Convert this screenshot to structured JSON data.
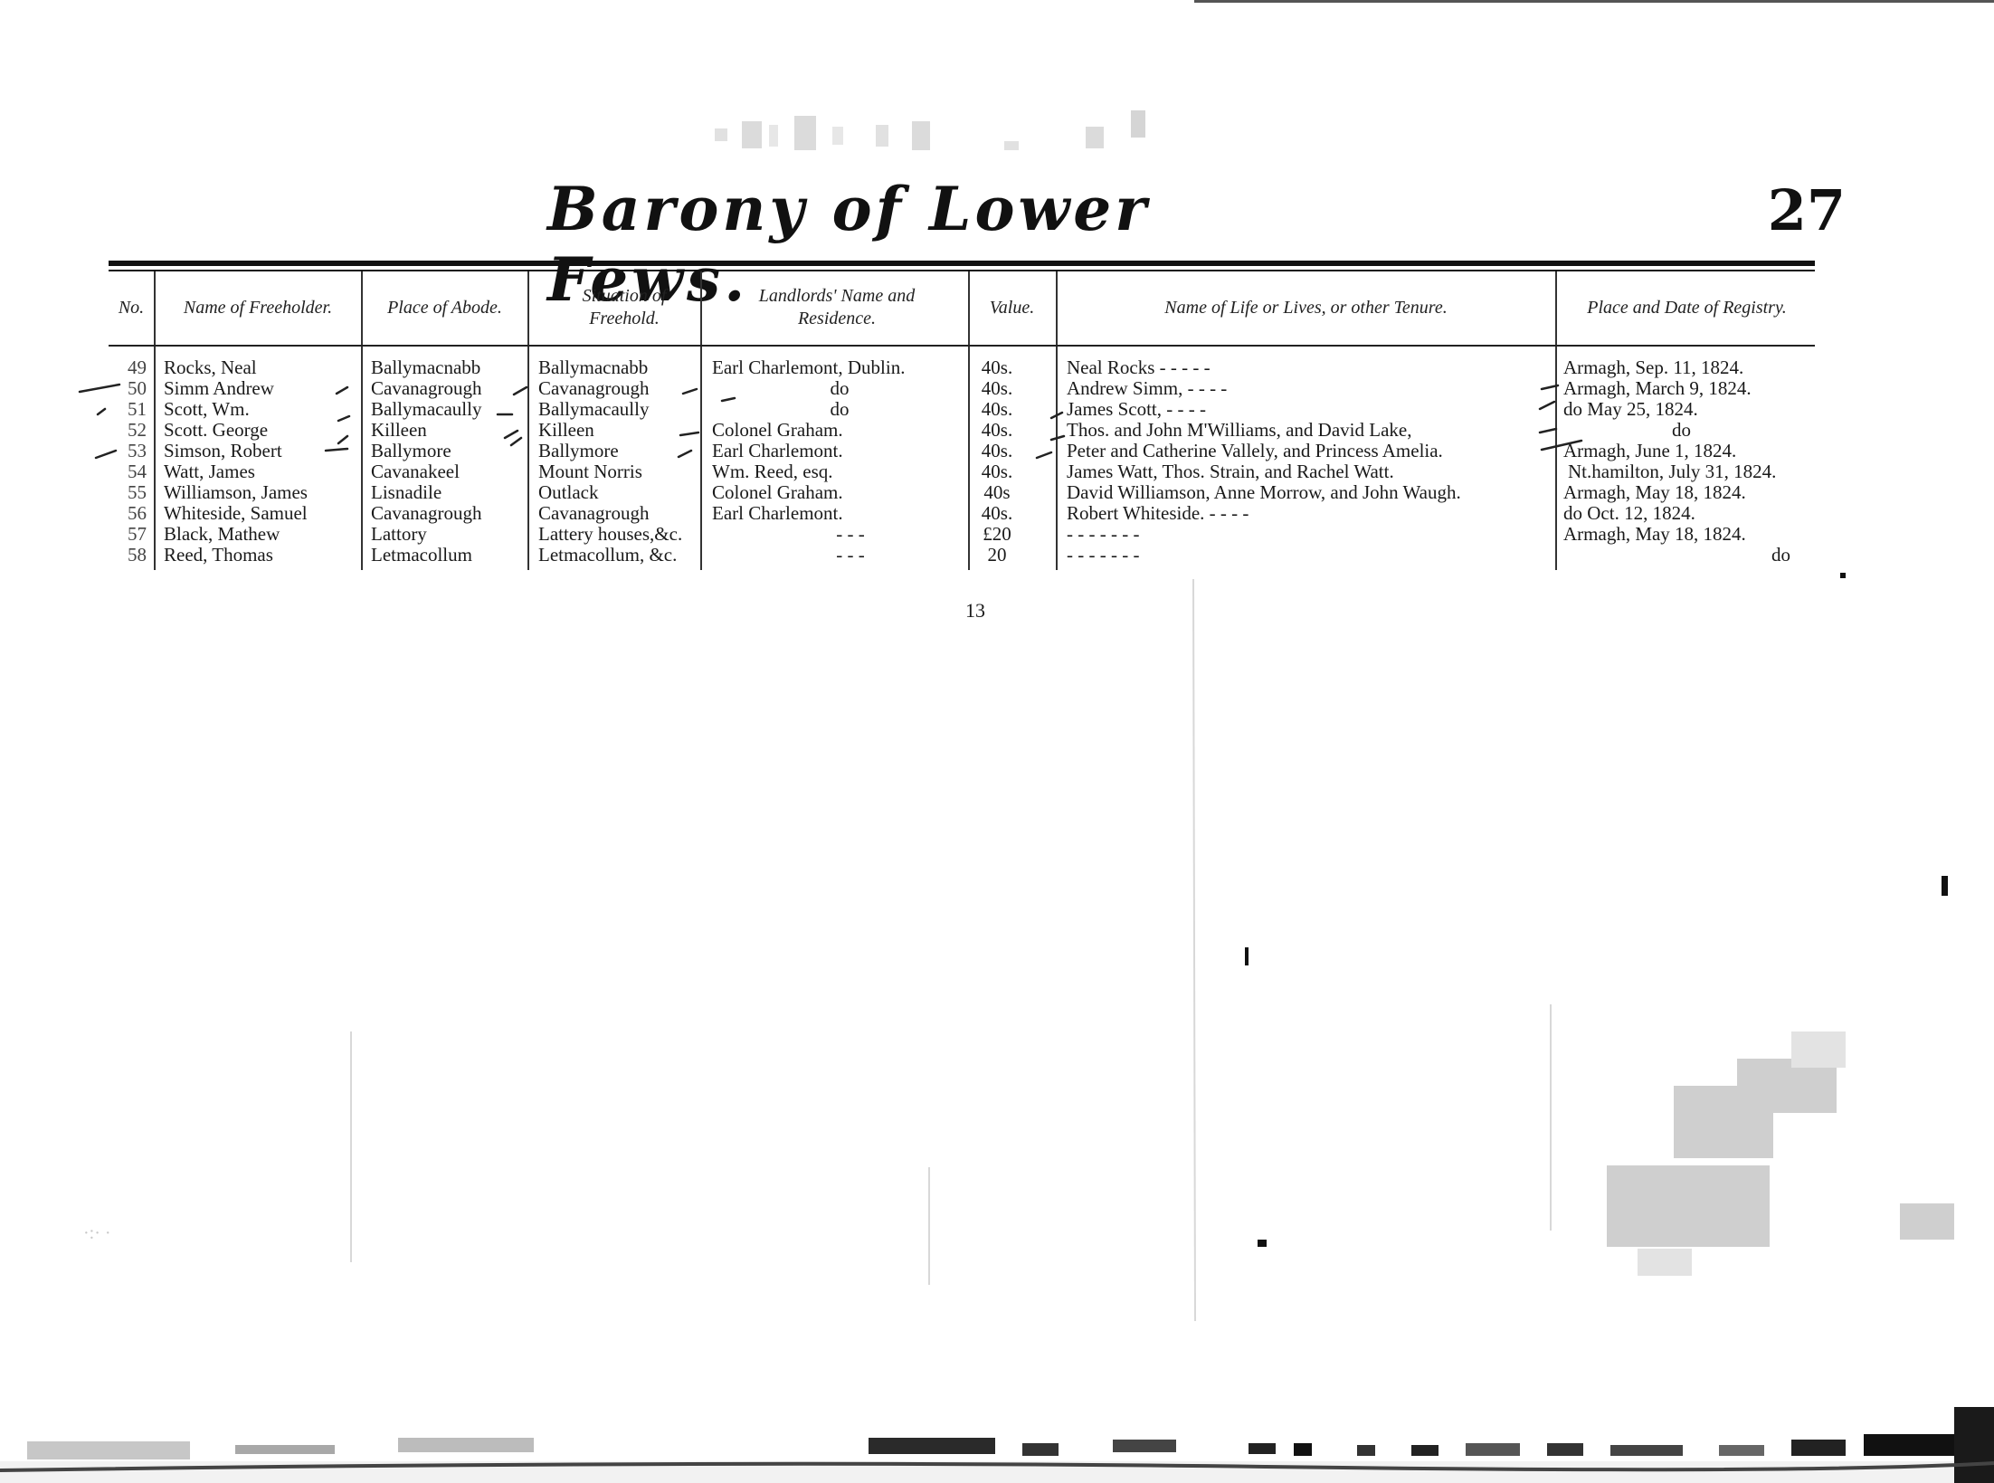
{
  "page": {
    "title": "Barony of Lower Fews.",
    "number": "27",
    "folio": "13"
  },
  "columns": [
    {
      "key": "no",
      "label": "No."
    },
    {
      "key": "name",
      "label": "Name of Freeholder."
    },
    {
      "key": "abode",
      "label": "Place of Abode."
    },
    {
      "key": "situation",
      "label": "Situation of Freehold."
    },
    {
      "key": "landlord",
      "label": "Landlords' Name and Residence."
    },
    {
      "key": "value",
      "label": "Value."
    },
    {
      "key": "lives",
      "label": "Name of Life or Lives, or other Tenure."
    },
    {
      "key": "registry",
      "label": "Place and Date of Registry."
    }
  ],
  "rows": [
    {
      "no": "49",
      "name": "Rocks, Neal",
      "abode": "Ballymacnabb",
      "situation": "Ballymacnabb",
      "landlord": "Earl Charlemont, Dublin.",
      "value": "40s.",
      "lives": "Neal Rocks    -    -    -    -    -",
      "registry": "Armagh, Sep. 11, 1824."
    },
    {
      "no": "50",
      "name": "Simm Andrew",
      "abode": "Cavanagrough",
      "situation": "Cavanagrough",
      "landlord": "do",
      "value": "40s.",
      "lives": "Andrew Simm,    -    -    -    -",
      "registry": "Armagh, March 9, 1824."
    },
    {
      "no": "51",
      "name": "Scott, Wm.",
      "abode": "Ballymacaully",
      "situation": "Ballymacaully",
      "landlord": "do",
      "value": "40s.",
      "lives": "James Scott,    -    -    -    -",
      "registry": "do      May 25, 1824."
    },
    {
      "no": "52",
      "name": "Scott. George",
      "abode": "Killeen",
      "situation": "Killeen",
      "landlord": "Colonel Graham.",
      "value": "40s.",
      "lives": "Thos. and John M'Williams, and David Lake,",
      "registry": "do"
    },
    {
      "no": "53",
      "name": "Simson, Robert",
      "abode": "Ballymore",
      "situation": "Ballymore",
      "landlord": "Earl Charlemont.",
      "value": "40s.",
      "lives": "Peter and Catherine Vallely, and Princess Amelia.",
      "registry": "Armagh, June 1, 1824."
    },
    {
      "no": "54",
      "name": "Watt, James",
      "abode": "Cavanakeel",
      "situation": "Mount Norris",
      "landlord": "Wm. Reed, esq.",
      "value": "40s.",
      "lives": "James Watt, Thos. Strain, and Rachel Watt.",
      "registry": "Nt.hamilton, July 31, 1824."
    },
    {
      "no": "55",
      "name": "Williamson, James",
      "abode": "Lisnadile",
      "situation": "Outlack",
      "landlord": "Colonel Graham.",
      "value": "40s",
      "lives": "David Williamson, Anne Morrow, and John Waugh.",
      "registry": "Armagh, May 18, 1824."
    },
    {
      "no": "56",
      "name": "Whiteside, Samuel",
      "abode": "Cavanagrough",
      "situation": "Cavanagrough",
      "landlord": "Earl Charlemont.",
      "value": "40s.",
      "lives": "Robert Whiteside.    -    -    -    -",
      "registry": "do      Oct. 12, 1824."
    },
    {
      "no": "57",
      "name": "Black, Mathew",
      "abode": "Lattory",
      "situation": "Lattery houses,&c.",
      "landlord": "-    -    -",
      "value": "£20",
      "lives": "-    -    -    -    -    -    -",
      "registry": "Armagh, May 18, 1824."
    },
    {
      "no": "58",
      "name": "Reed, Thomas",
      "abode": "Letmacollum",
      "situation": "Letmacollum, &c.",
      "landlord": "-    -    -",
      "value": "20",
      "lives": "-    -    -    -    -    -    -",
      "registry": "do"
    }
  ]
}
